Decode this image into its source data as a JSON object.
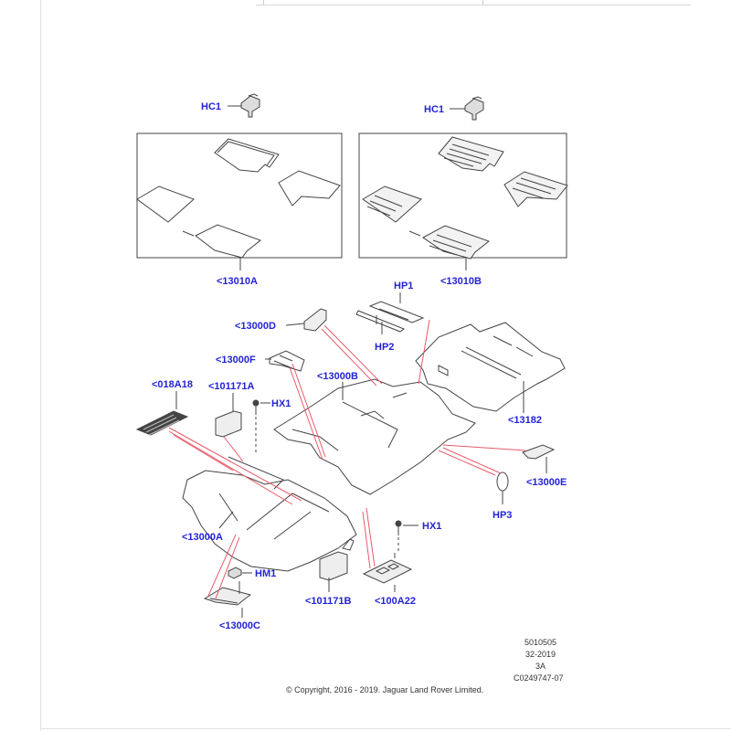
{
  "labels": {
    "hc1_left": "HC1",
    "hc1_right": "HC1",
    "p13010A": "<13010A",
    "p13010B": "<13010B",
    "p13000D": "<13000D",
    "hp1": "HP1",
    "hp2": "HP2",
    "p13000F": "<13000F",
    "p13000B": "<13000B",
    "p018A18": "<018A18",
    "p101171A": "<101171A",
    "hx1_top": "HX1",
    "p13182": "<13182",
    "p13000E": "<13000E",
    "hp3": "HP3",
    "p13000A": "<13000A",
    "hx1_bottom": "HX1",
    "hm1": "HM1",
    "p101171B": "<101171B",
    "p100A22": "<100A22",
    "p13000C": "<13000C"
  },
  "meta": {
    "line1": "5010505",
    "line2": "32-2019",
    "line3": "3A",
    "line4": "C0249747-07"
  },
  "copyright": "© Copyright, 2016 - 2019. Jaguar Land Rover Limited.",
  "colors": {
    "label": "#2323d6",
    "leader": "#e85a6a",
    "line": "#444444"
  }
}
